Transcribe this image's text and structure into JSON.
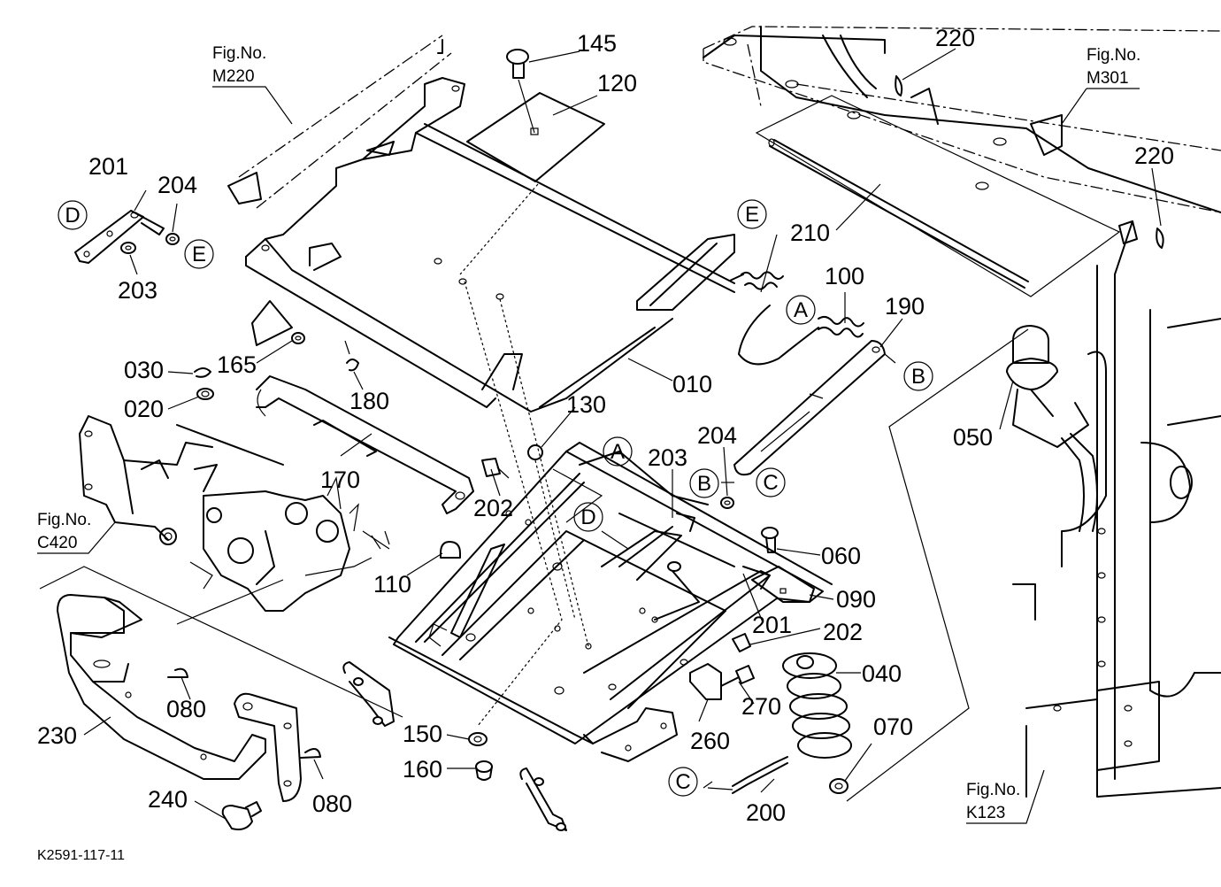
{
  "drawing_code": "K2591-117-11",
  "fig_refs": [
    {
      "id": "m220",
      "line1": "Fig.No.",
      "line2": "M220"
    },
    {
      "id": "m301",
      "line1": "Fig.No.",
      "line2": "M301"
    },
    {
      "id": "c420",
      "line1": "Fig.No.",
      "line2": "C420"
    },
    {
      "id": "k123",
      "line1": "Fig.No.",
      "line2": "K123"
    }
  ],
  "part_numbers": [
    "145",
    "120",
    "220",
    "220",
    "210",
    "201",
    "204",
    "203",
    "100",
    "190",
    "030",
    "165",
    "020",
    "180",
    "010",
    "130",
    "170",
    "050",
    "204",
    "203",
    "202",
    "110",
    "060",
    "090",
    "201",
    "202",
    "040",
    "270",
    "070",
    "150",
    "160",
    "260",
    "200",
    "230",
    "080",
    "080",
    "240"
  ],
  "connector_letters": [
    "D",
    "E",
    "E",
    "A",
    "B",
    "C",
    "A",
    "B",
    "D",
    "C"
  ]
}
